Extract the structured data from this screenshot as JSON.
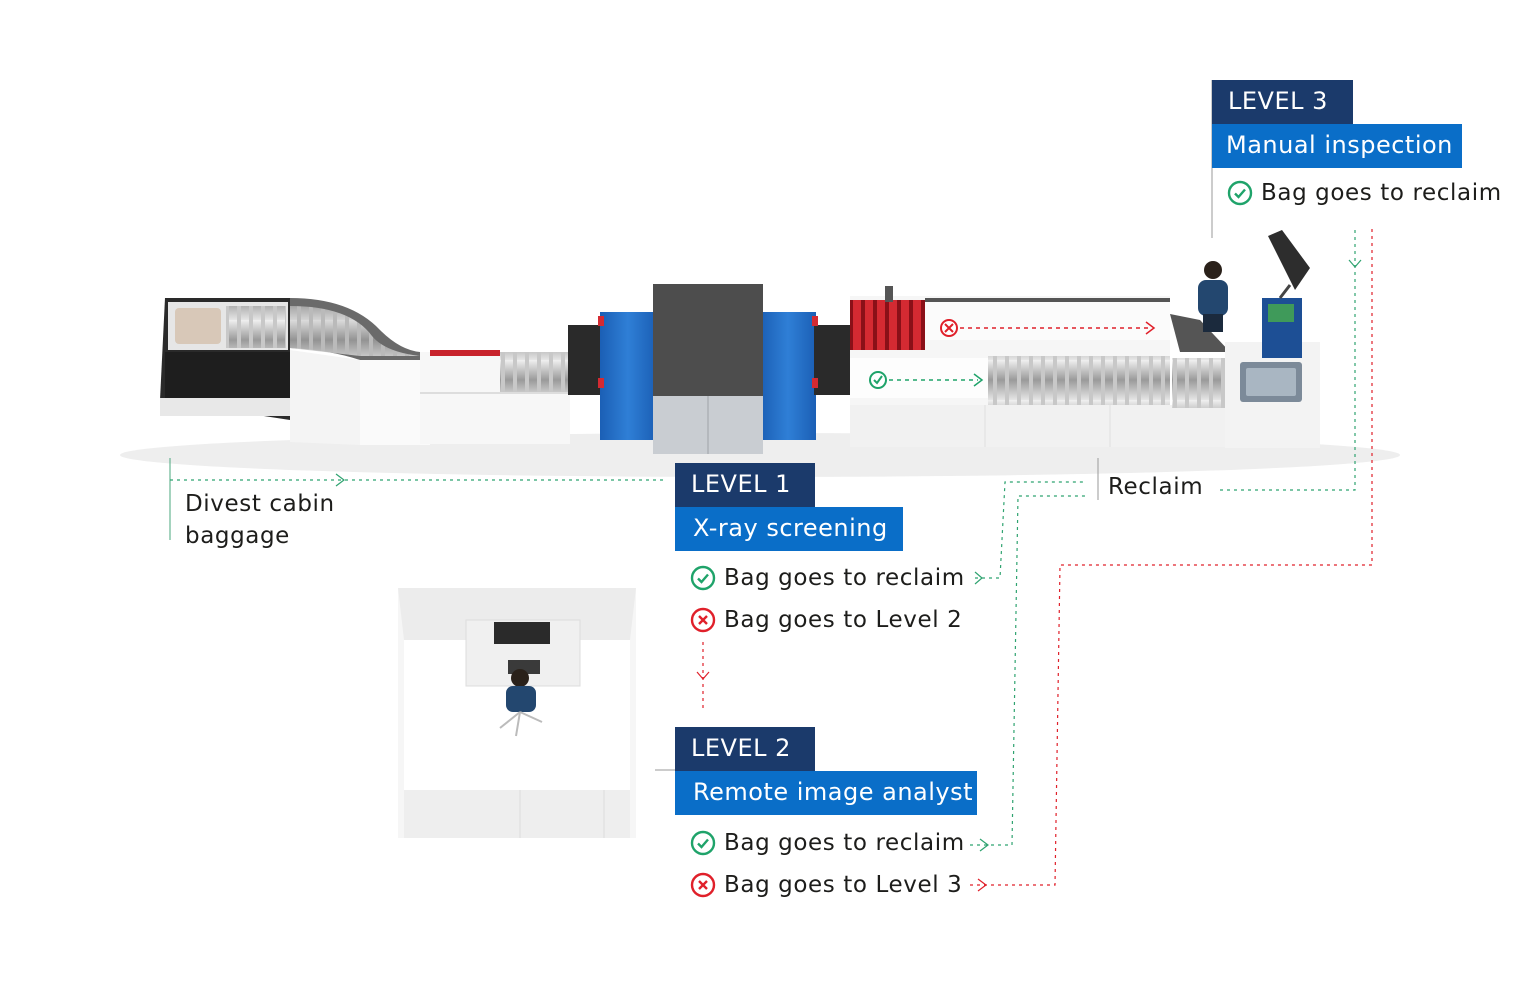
{
  "colors": {
    "level_dark": "#1b3a6b",
    "level_blue": "#0a6ec8",
    "ok_green": "#1fa36a",
    "fail_red": "#e0202a",
    "text": "#1d1d1b"
  },
  "level1": {
    "level": "LEVEL 1",
    "title": "X-ray screening",
    "items": [
      {
        "icon": "check-circle-icon",
        "text": "Bag goes to reclaim"
      },
      {
        "icon": "x-circle-icon",
        "text": "Bag goes to Level 2"
      }
    ]
  },
  "level2": {
    "level": "LEVEL 2",
    "title": "Remote image analyst",
    "items": [
      {
        "icon": "check-circle-icon",
        "text": "Bag goes to reclaim"
      },
      {
        "icon": "x-circle-icon",
        "text": "Bag goes to Level 3"
      }
    ]
  },
  "level3": {
    "level": "LEVEL 3",
    "title": "Manual inspection",
    "items": [
      {
        "icon": "check-circle-icon",
        "text": "Bag goes to reclaim"
      }
    ]
  },
  "divest": {
    "line1": "Divest cabin",
    "line2": "baggage"
  },
  "reclaim": {
    "label": "Reclaim"
  }
}
